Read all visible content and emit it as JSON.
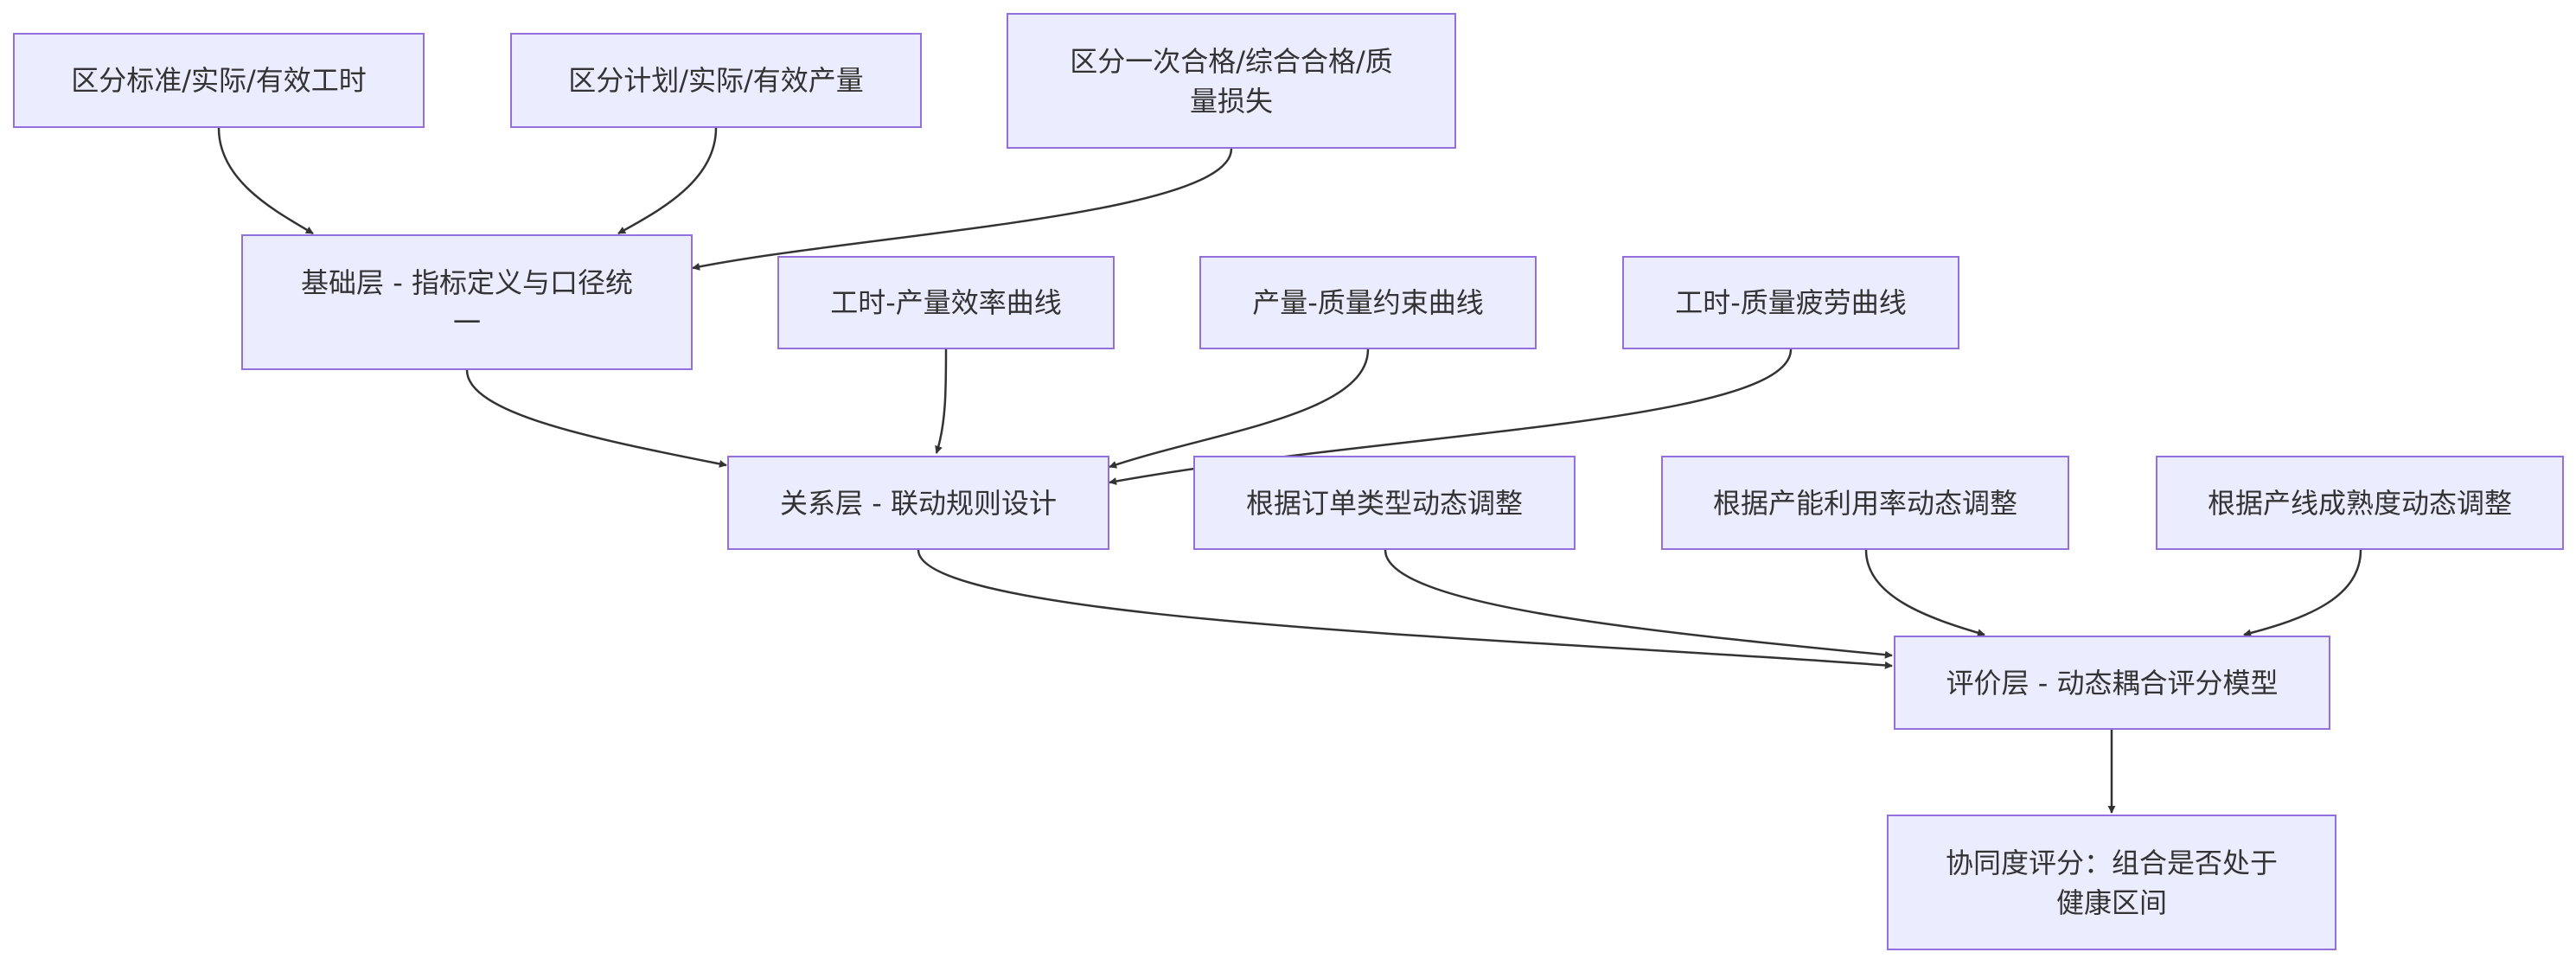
{
  "diagram": {
    "colors": {
      "node_fill": "#ECECFF",
      "node_border": "#9370DB",
      "text": "#333333",
      "edge": "#333333"
    },
    "nodes": {
      "n1": "区分标准/实际/有效工时",
      "n2": "区分计划/实际/有效产量",
      "n3": "区分一次合格/综合合格/质量损失",
      "base": "基础层 - 指标定义与口径统一",
      "c1": "工时-产量效率曲线",
      "c2": "产量-质量约束曲线",
      "c3": "工时-质量疲劳曲线",
      "rel": "关系层 - 联动规则设计",
      "d1": "根据订单类型动态调整",
      "d2": "根据产能利用率动态调整",
      "d3": "根据产线成熟度动态调整",
      "eval": "评价层 - 动态耦合评分模型",
      "score": "协同度评分：组合是否处于健康区间"
    },
    "edges": [
      {
        "from": "n1",
        "to": "base"
      },
      {
        "from": "n2",
        "to": "base"
      },
      {
        "from": "n3",
        "to": "base"
      },
      {
        "from": "base",
        "to": "rel"
      },
      {
        "from": "c1",
        "to": "rel"
      },
      {
        "from": "c2",
        "to": "rel"
      },
      {
        "from": "c3",
        "to": "rel"
      },
      {
        "from": "rel",
        "to": "eval"
      },
      {
        "from": "d1",
        "to": "eval"
      },
      {
        "from": "d2",
        "to": "eval"
      },
      {
        "from": "d3",
        "to": "eval"
      },
      {
        "from": "eval",
        "to": "score"
      }
    ]
  }
}
